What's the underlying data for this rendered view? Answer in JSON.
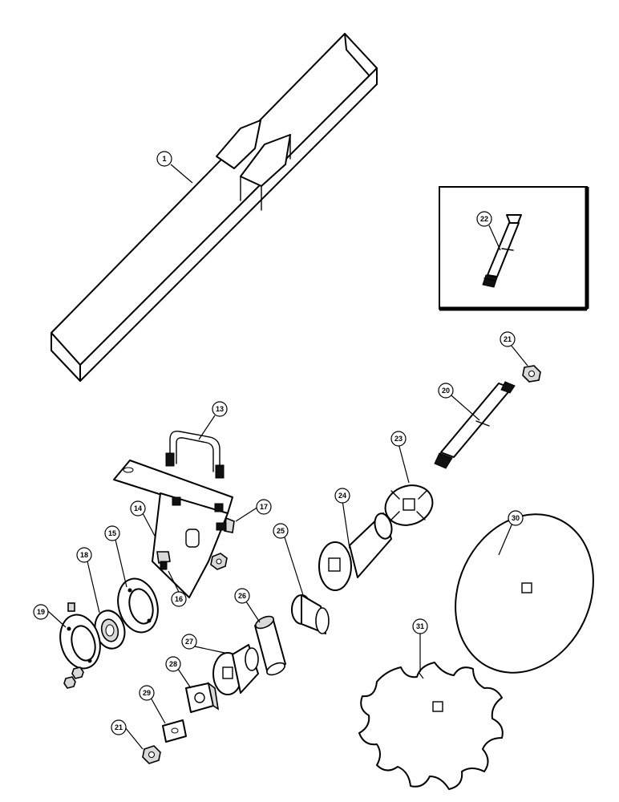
{
  "callouts": [
    {
      "id": "c1",
      "label": "1"
    },
    {
      "id": "c13",
      "label": "13"
    },
    {
      "id": "c14",
      "label": "14"
    },
    {
      "id": "c15",
      "label": "15"
    },
    {
      "id": "c16",
      "label": "16"
    },
    {
      "id": "c17",
      "label": "17"
    },
    {
      "id": "c18",
      "label": "18"
    },
    {
      "id": "c19",
      "label": "19"
    },
    {
      "id": "c20",
      "label": "20"
    },
    {
      "id": "c21a",
      "label": "21"
    },
    {
      "id": "c21b",
      "label": "21"
    },
    {
      "id": "c22",
      "label": "22"
    },
    {
      "id": "c23",
      "label": "23"
    },
    {
      "id": "c24",
      "label": "24"
    },
    {
      "id": "c25",
      "label": "25"
    },
    {
      "id": "c26",
      "label": "26"
    },
    {
      "id": "c27",
      "label": "27"
    },
    {
      "id": "c28",
      "label": "28"
    },
    {
      "id": "c29",
      "label": "29"
    },
    {
      "id": "c30",
      "label": "30"
    },
    {
      "id": "c31",
      "label": "31"
    }
  ]
}
